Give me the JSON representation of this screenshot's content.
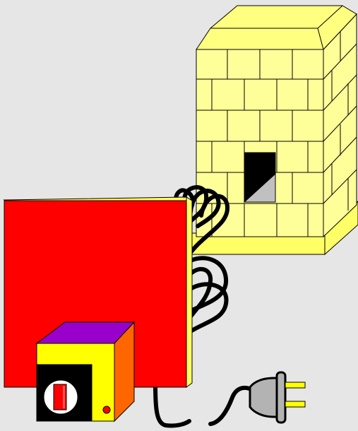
{
  "diagram": {
    "background_color": "#e6e6e6",
    "components": [
      {
        "id": "furnace",
        "icon": "brick-kiln-icon"
      },
      {
        "id": "firebox-opening",
        "icon": "opening-icon"
      },
      {
        "id": "control-panel",
        "icon": "red-panel-icon"
      },
      {
        "id": "heating-coil",
        "icon": "coil-icon"
      },
      {
        "id": "control-box",
        "icon": "switch-box-icon"
      },
      {
        "id": "power-switch",
        "icon": "switch-icon"
      },
      {
        "id": "indicator-light",
        "icon": "led-icon"
      },
      {
        "id": "power-plug",
        "icon": "plug-icon"
      }
    ],
    "colors": {
      "brick_face": "#ffff99",
      "brick_top": "#ffff80",
      "base": "#ffff66",
      "panel": "#ff0000",
      "panel_edge": "#ffff66",
      "box_top": "#9900cc",
      "box_face": "#ffff00",
      "box_side": "#ff6600",
      "plug_body": "#b3b3b3",
      "prongs": "#ffff00",
      "opening_dark": "#000000",
      "opening_light": "#c0c0c0",
      "switch": "#ff0000",
      "led": "#ff0000"
    }
  }
}
